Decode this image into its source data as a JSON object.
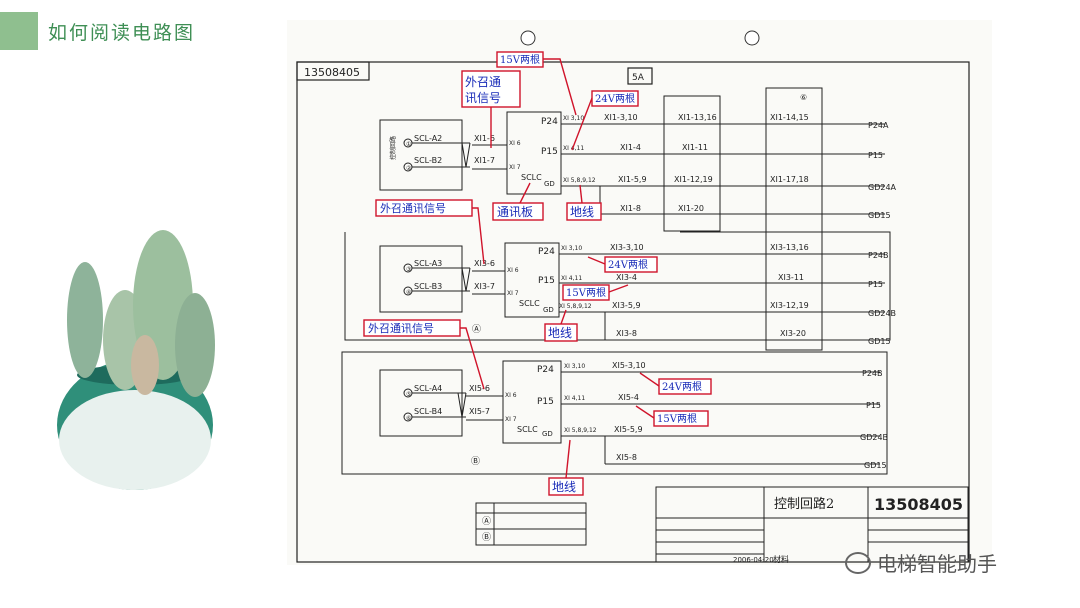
{
  "page": {
    "title": "如何阅读电路图"
  },
  "drawing": {
    "number_rotated": "13508405",
    "sheet_tag": "5A",
    "circle_mark_top": "⑥",
    "circle_mark_a": "Ⓐ",
    "circle_mark_b": "Ⓑ"
  },
  "sections": [
    {
      "left_labels": [
        "SCL-A2",
        "SCL-B2"
      ],
      "left_nodes": [
        "①",
        "②"
      ],
      "xi_in": [
        "XI1-6",
        "XI1-7"
      ],
      "block": {
        "pins": [
          "P24",
          "P15",
          "GD"
        ],
        "name": "SCLC",
        "xi_pins": [
          "XI 6",
          "XI 7"
        ],
        "xi_out": [
          "XI 3,10",
          "XI 4,11",
          "XI 5,8,9,12"
        ]
      },
      "mid": [
        "XI1-3,10",
        "XI1-4",
        "XI1-5,9",
        "XI1-8"
      ],
      "far": [
        "XI1-13,16",
        "XI1-11",
        "XI1-12,19",
        "XI1-20"
      ],
      "right": [
        "XI1-14,15",
        "",
        "XI1-17,18",
        ""
      ],
      "ends": [
        "P24A",
        "P15",
        "GD24A",
        "GD15"
      ]
    },
    {
      "left_labels": [
        "SCL-A3",
        "SCL-B3"
      ],
      "left_nodes": [
        "③",
        "④"
      ],
      "xi_in": [
        "XI3-6",
        "XI3-7"
      ],
      "block": {
        "pins": [
          "P24",
          "P15",
          "GD"
        ],
        "name": "SCLC",
        "xi_pins": [
          "XI 6",
          "XI 7"
        ],
        "xi_out": [
          "XI 3,10",
          "XI 4,11",
          "XI 5,8,9,12"
        ]
      },
      "mid": [
        "XI3-3,10",
        "XI3-4",
        "XI3-5,9",
        "XI3-8"
      ],
      "far": [
        "XI3-13,16",
        "XI3-11",
        "XI3-12,19",
        "XI3-20"
      ],
      "ends": [
        "P24B",
        "P15",
        "GD24B",
        "GD15"
      ]
    },
    {
      "left_labels": [
        "SCL-A4",
        "SCL-B4"
      ],
      "left_nodes": [
        "⑤",
        "⑥"
      ],
      "xi_in": [
        "XI5-6",
        "XI5-7"
      ],
      "block": {
        "pins": [
          "P24",
          "P15",
          "GD"
        ],
        "name": "SCLC",
        "xi_pins": [
          "XI 6",
          "XI 7"
        ],
        "xi_out": [
          "XI 3,10",
          "XI 4,11",
          "XI 5,8,9,12"
        ]
      },
      "mid": [
        "XI5-3,10",
        "XI5-4",
        "XI5-5,9",
        "XI5-8"
      ],
      "ends": [
        "P24B",
        "P15",
        "GD24B",
        "GD15"
      ]
    }
  ],
  "annotations": {
    "v15_two_top": "15V两根",
    "outer_call_signal_top_line1": "外召通",
    "outer_call_signal_top_line2": "讯信号",
    "v24_two_top": "24V两根",
    "comm_board": "通讯板",
    "ground_top": "地线",
    "outer_call_signal_mid": "外召通讯信号",
    "v24_two_mid": "24V两根",
    "v15_two_mid": "15V两根",
    "ground_mid": "地线",
    "outer_call_signal_bot": "外召通讯信号",
    "v24_two_bot": "24V两根",
    "v15_two_bot": "15V两根",
    "ground_bot": "地线"
  },
  "title_block": {
    "name": "控制回路2",
    "number": "13508405",
    "date": "2006-04-20",
    "material_label": "材料"
  },
  "watermark": {
    "text": "电梯智能助手"
  }
}
